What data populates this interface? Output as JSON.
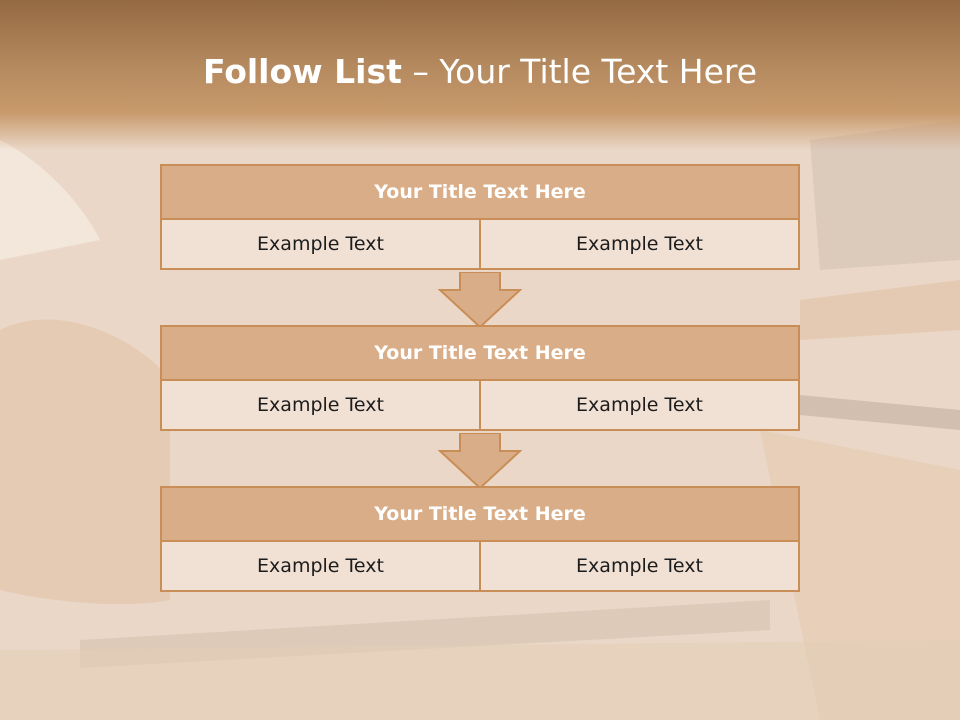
{
  "title": {
    "bold": "Follow List",
    "rest": " – Your Title Text Here"
  },
  "blocks": [
    {
      "title": "Your Title Text Here",
      "cells": [
        "Example Text",
        "Example Text"
      ]
    },
    {
      "title": "Your Title Text Here",
      "cells": [
        "Example Text",
        "Example Text"
      ]
    },
    {
      "title": "Your Title Text Here",
      "cells": [
        "Example Text",
        "Example Text"
      ]
    }
  ],
  "colors": {
    "header_fill": "#d9ad88",
    "row_fill": "#f1e0d4",
    "border": "#c98d58",
    "arrow_fill": "#d9ad88"
  },
  "background": "woodworking-photo-faded"
}
